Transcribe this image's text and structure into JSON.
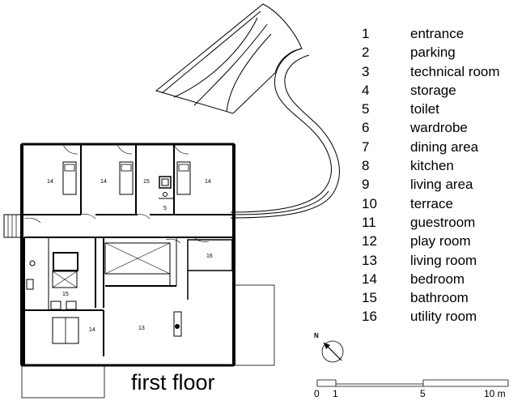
{
  "title": "first floor",
  "legend": [
    {
      "number": "1",
      "label": "entrance"
    },
    {
      "number": "2",
      "label": "parking"
    },
    {
      "number": "3",
      "label": "technical room"
    },
    {
      "number": "4",
      "label": "storage"
    },
    {
      "number": "5",
      "label": "toilet"
    },
    {
      "number": "6",
      "label": "wardrobe"
    },
    {
      "number": "7",
      "label": "dining area"
    },
    {
      "number": "8",
      "label": "kitchen"
    },
    {
      "number": "9",
      "label": "living area"
    },
    {
      "number": "10",
      "label": "terrace"
    },
    {
      "number": "11",
      "label": "guestroom"
    },
    {
      "number": "12",
      "label": "play room"
    },
    {
      "number": "13",
      "label": "living room"
    },
    {
      "number": "14",
      "label": "bedroom"
    },
    {
      "number": "15",
      "label": "bathroom"
    },
    {
      "number": "16",
      "label": "utility room"
    }
  ],
  "room_labels": {
    "bedroom_a": "14",
    "bedroom_b": "14",
    "bathroom": "15",
    "bedroom_c": "14",
    "toilet": "5",
    "utility": "16",
    "bath_lower": "15",
    "bedroom_d": "14",
    "living_room": "13"
  },
  "compass": {
    "label": "N"
  },
  "scale_bar": {
    "labels": [
      "0",
      "1",
      "5",
      "10 m"
    ]
  }
}
